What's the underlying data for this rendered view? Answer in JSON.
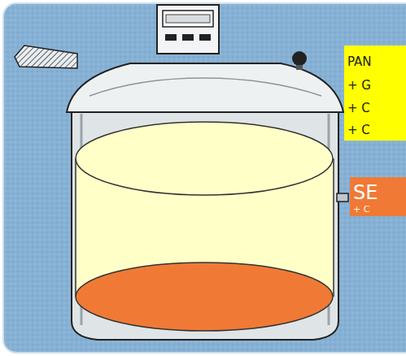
{
  "diagram": {
    "nodes": [
      {
        "text": [
          "PAN",
          "+ G",
          "+ C",
          "+ C"
        ]
      },
      {
        "text": [
          "SE",
          "+ C"
        ]
      }
    ]
  }
}
